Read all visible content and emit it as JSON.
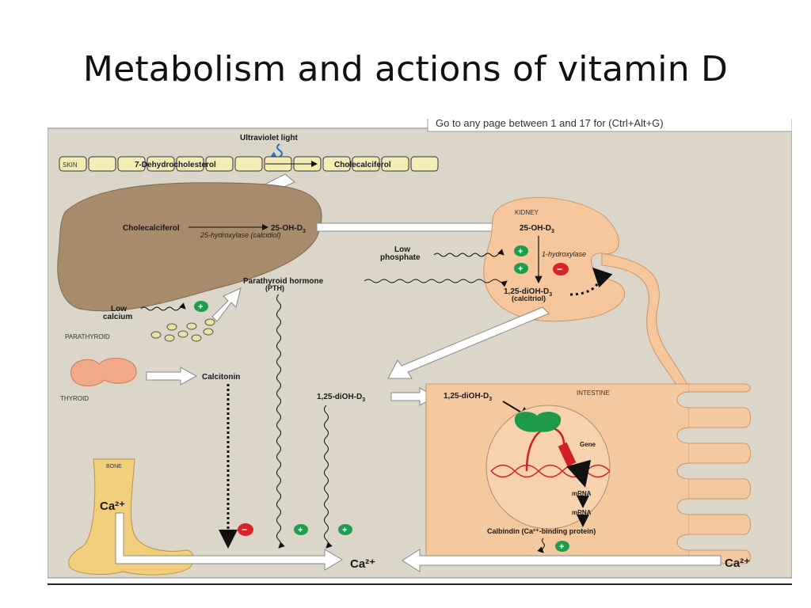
{
  "slide": {
    "title": "Metabolism and actions of vitamin D"
  },
  "overlay": {
    "tooltip_text": "Go to any page between 1 and 17 for (Ctrl+Alt+G)"
  },
  "diagram": {
    "uv_light": "Ultraviolet light",
    "skin": "SKIN",
    "dehydrocholesterol": "7-Dehydrocholesterol",
    "skin_cholecalciferol": "Cholecalciferol",
    "liver_cholecalciferol": "Cholecalciferol",
    "oh_d3": "25-OH-D",
    "sub3": "3",
    "hydroxylase_25": "25-hydroxylase (calcidiol)",
    "kidney": "KIDNEY",
    "kidney_oh_d3": "25-OH-D",
    "low_phosphate_1": "Low",
    "low_phosphate_2": "phosphate",
    "hydroxylase_1": "1-hydroxylase",
    "calcitriol_1": "1,25-diOH-D",
    "calcitriol_2": "(calcitriol)",
    "pth_1": "Parathyroid hormone",
    "pth_2": "(PTH)",
    "low_calcium_1": "Low",
    "low_calcium_2": "calcium",
    "parathyroid": "PARATHYROID",
    "thyroid": "THYROID",
    "calcitonin": "Calcitonin",
    "diohd3_mid": "1,25-diOH-D",
    "diohd3_intestine": "1,25-diOH-D",
    "intestine": "INTESTINE",
    "gene": "Gene",
    "mrna_1": "mRNA",
    "mrna_2": "mRNA",
    "calbindin": "Calbindin (Ca²⁺-binding protein)",
    "bone": "BONE",
    "ca_bone": "Ca²⁺",
    "ca_center": "Ca²⁺",
    "ca_right": "Ca²⁺",
    "plus": "+",
    "minus": "−"
  },
  "colors": {
    "background_panel": "#dcd6c9",
    "liver": "#a68b6d",
    "kidney": "#f6c79d",
    "intestine": "#f5c9a0",
    "bone": "#f1cf7c",
    "thyroid": "#f2a98a",
    "parathyroid": "#e8e2a0",
    "plus_badge": "#1f9d4e",
    "minus_badge": "#d8232a",
    "uv_arrow": "#2470c8",
    "gene_red": "#d21f26",
    "protein_green": "#1e9b4a"
  }
}
